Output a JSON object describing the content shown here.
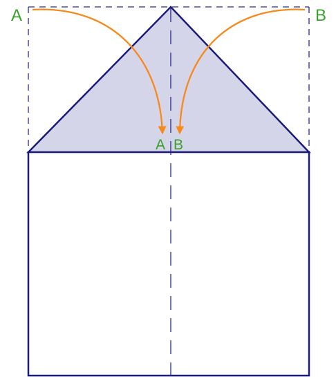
{
  "labels": {
    "corner_left": "A",
    "corner_right": "B",
    "fold_left": "A",
    "fold_right": "B"
  },
  "colors": {
    "outline": "#1b1b7a",
    "fold_line": "#2a2a8a",
    "fill": "#d4d5e8",
    "arrow": "#f7891c",
    "label": "#3aa02c",
    "background": "#ffffff"
  }
}
